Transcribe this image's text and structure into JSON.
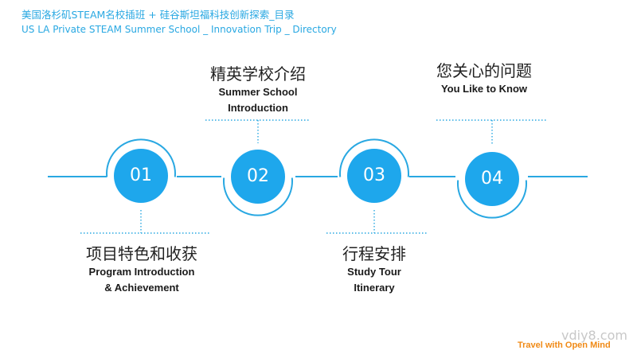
{
  "header": {
    "title_cn": "美国洛杉矶STEAM名校插班 + 硅谷斯坦福科技创新探索_目录",
    "title_en": "US LA Private STEAM Summer School _ Innovation Trip _ Directory"
  },
  "sections": [
    {
      "number": "01",
      "title_cn": "项目特色和收获",
      "title_en_1": "Program Introduction",
      "title_en_2": "& Achievement"
    },
    {
      "number": "02",
      "title_cn": "精英学校介绍",
      "title_en_1": "Summer School",
      "title_en_2": "Introduction"
    },
    {
      "number": "03",
      "title_cn": "行程安排",
      "title_en_1": "Study Tour",
      "title_en_2": "Itinerary"
    },
    {
      "number": "04",
      "title_cn": "您关心的问题",
      "title_en_1": "You Like to Know",
      "title_en_2": ""
    }
  ],
  "watermark": "vdiy8.com",
  "footer": {
    "slogan": "Travel with Open Mind"
  },
  "colors": {
    "accent": "#29a8e2",
    "circle": "#1ea7ec",
    "slogan": "#f08a16"
  }
}
